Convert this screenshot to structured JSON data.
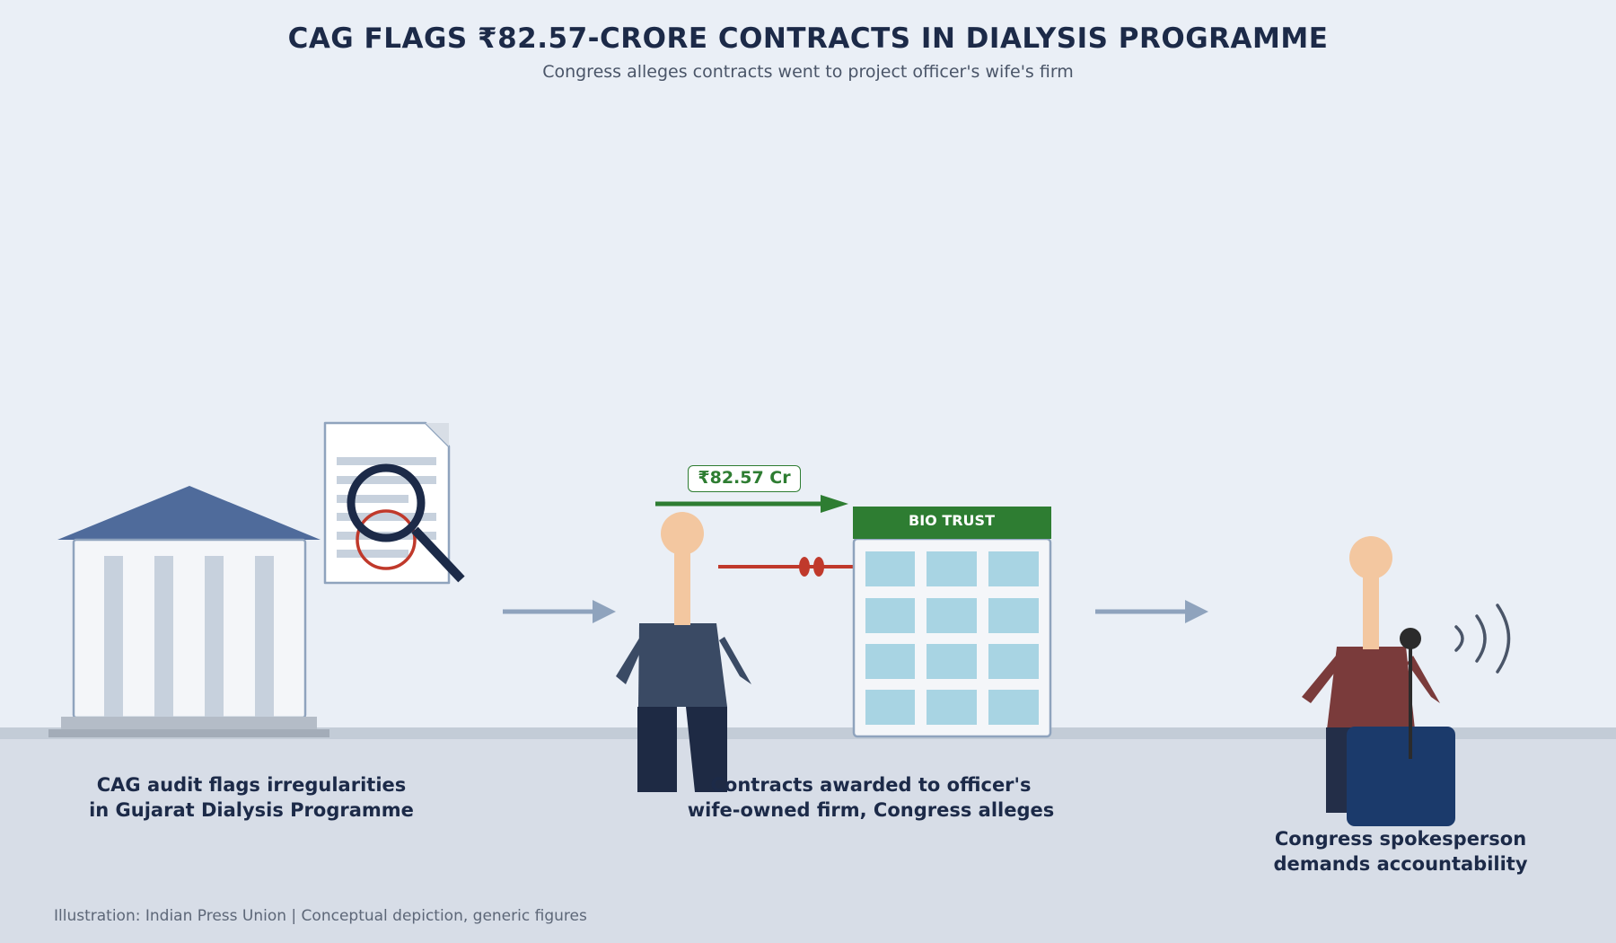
{
  "header": {
    "title": "CAG FLAGS ₹82.57-CRORE CONTRACTS IN DIALYSIS PROGRAMME",
    "subtitle": "Congress alleges contracts went to project officer's wife's firm"
  },
  "panels": [
    {
      "caption_lines": [
        "CAG audit flags irregularities",
        "in Gujarat Dialysis Programme"
      ],
      "icons": [
        "government-building-icon",
        "audit-document-icon",
        "magnifying-glass-icon"
      ]
    },
    {
      "caption_lines": [
        "Contracts awarded to officer's",
        "wife-owned firm, Congress alleges"
      ],
      "amount_label": "₹82.57 Cr",
      "firm_name": "BIO TRUST",
      "icons": [
        "officer-figure-icon",
        "money-flow-arrow-icon",
        "relationship-link-icon",
        "company-building-icon"
      ]
    },
    {
      "caption_lines": [
        "Congress spokesperson",
        "demands accountability"
      ],
      "icons": [
        "spokesperson-figure-icon",
        "microphone-icon",
        "podium-icon",
        "sound-waves-icon"
      ]
    }
  ],
  "footer": "Illustration: Indian Press Union | Conceptual depiction, generic figures",
  "colors": {
    "background": "#eaeff6",
    "title": "#1c2a48",
    "accent_green": "#2e7d32",
    "alert_red": "#c0392b",
    "building_roof": "#4f6b9b",
    "flow_arrow": "#8fa3bd"
  }
}
